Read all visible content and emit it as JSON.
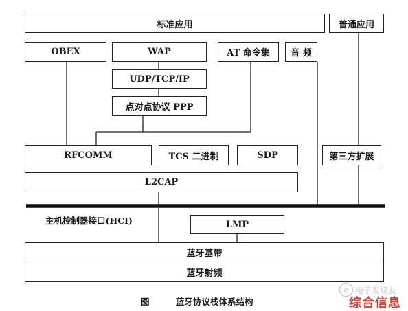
{
  "diagram": {
    "blocks": {
      "std_app": "标准应用",
      "common_app": "普通应用",
      "obex": "OBEX",
      "wap": "WAP",
      "at": "AT 命令集",
      "audio": "音 频",
      "udp": "UDP/TCP/IP",
      "ppp": "点对点协议 PPP",
      "rfcomm": "RFCOMM",
      "tcs": "TCS 二进制",
      "sdp": "SDP",
      "third": "第三方扩展",
      "l2cap": "L2CAP",
      "lmp": "LMP",
      "baseband": "蓝牙基带",
      "radio": "蓝牙射频"
    },
    "hci_label": "主机控制器接口(HCI)",
    "caption": {
      "fig": "图",
      "title": "蓝牙协议栈体系结构"
    }
  },
  "watermark": {
    "faint_text": "电子发烧友",
    "brand": "综合信息",
    "icon": "e-logo-icon"
  }
}
